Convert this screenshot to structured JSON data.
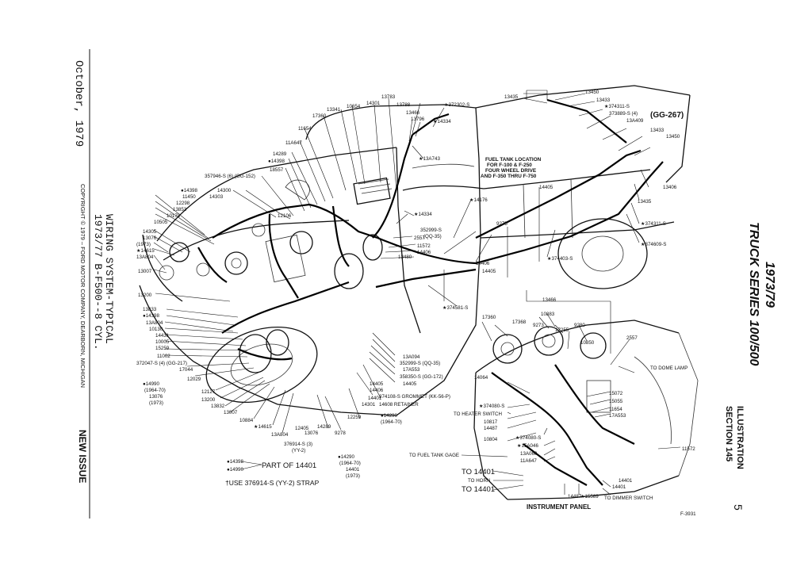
{
  "page": {
    "date": "October, 1979",
    "title_line1": "WIRING SYSTEM-TYPICAL",
    "title_line2": "1973/77  B-F500--8 CYL.",
    "copyright": "COPYRIGHT © 1979 – FORD MOTOR COMPANY, DEARBORN, MICHIGAN",
    "issue": "NEW ISSUE",
    "series_years": "1973/79",
    "series_title": "TRUCK SERIES 100/500",
    "illustration": "ILLUSTRATION",
    "section": "SECTION 145",
    "page_number": "5",
    "figure_code": "F-3931"
  },
  "notes": {
    "fuel_tank_location": [
      "FUEL TANK LOCATION",
      "FOR F-100 & F-250",
      "FOUR WHEEL DRIVE",
      "AND F-350 THRU F-750"
    ],
    "part_of": "PART OF 14401",
    "part_of_items": [
      "●14398",
      "●14990"
    ],
    "strap_note": "†USE 376914-S (YY-2) STRAP"
  },
  "instrument_panel": {
    "title": "INSTRUMENT PANEL",
    "to_fuel_tank_gage": "TO FUEL TANK GAGE",
    "to_14401": "TO 14401",
    "to_horn": "TO HORN",
    "to_14401_b": "TO 14401",
    "to_dimmer_switch": "TO DIMMER SWITCH",
    "to_dome_lamp": "TO DOME LAMP",
    "to_heater_switch": "TO HEATER SWITCH",
    "callouts": [
      "13466",
      "17360",
      "17368",
      "9273",
      "10883",
      "17255",
      "9280",
      "10850",
      "2557",
      "14064",
      "★374080-S",
      "10817",
      "14487",
      "10804",
      "★374080-S",
      "★15A046",
      "13A060",
      "11A647",
      "15072",
      "15055",
      "11654",
      "17A553",
      "11572",
      "14401",
      "14487",
      "★15589",
      "14608 RETAINER",
      "14401",
      "374108-S GROMMET (KK-56-P)"
    ]
  },
  "callouts_left": [
    "13341",
    "17360",
    "10654",
    "14301",
    "13783",
    "11654",
    "11A647",
    "14289",
    "●14398",
    "18557",
    "357946-S (6) (GG-152)",
    "●14398",
    "11450",
    "12298",
    "13853",
    "10170",
    "10505",
    "14305",
    "13076",
    "(1973)",
    "★14615",
    "13A804",
    "13007",
    "13200",
    "13833",
    "●14398",
    "13A804",
    "10130",
    "14431",
    "10005",
    "15259",
    "11002",
    "372047-S (4) (GG-217)",
    "17044",
    "12029",
    "●14990",
    "(1964-70)",
    "13076",
    "(1973)",
    "12127",
    "13200",
    "13832",
    "13007",
    "10884",
    "★14615",
    "13A804",
    "12405",
    "14289",
    "13076",
    "9278",
    "376914-S (3)",
    "(YY-2)",
    "●14290",
    "(1964-70)",
    "14401",
    "(1973)",
    "12259",
    "14301",
    "14401",
    "●14290",
    "(1964-70)",
    "14406",
    "14405",
    "14300",
    "14303",
    "12106"
  ],
  "callouts_center": [
    "13788",
    "★372302-S",
    "13466",
    "13796",
    "★14334",
    "★13A743",
    "★14334",
    "★14176",
    "9275",
    "2557",
    "352999-S",
    "(QQ-35)",
    "11572",
    "14406",
    "13480",
    "14406",
    "14405",
    "★374581-S",
    "13A094",
    "352999-S (QQ-35)",
    "17A553",
    "358350-S (GG-172)",
    "14405"
  ],
  "callouts_right": [
    "13435",
    "13450",
    "13433",
    "★374311-S",
    "373889-S (4)",
    "(GG-267)",
    "13A409",
    "13433",
    "13450",
    "14405",
    "13406",
    "13435",
    "★374311-S",
    "★374609-S",
    "★374403-S"
  ]
}
